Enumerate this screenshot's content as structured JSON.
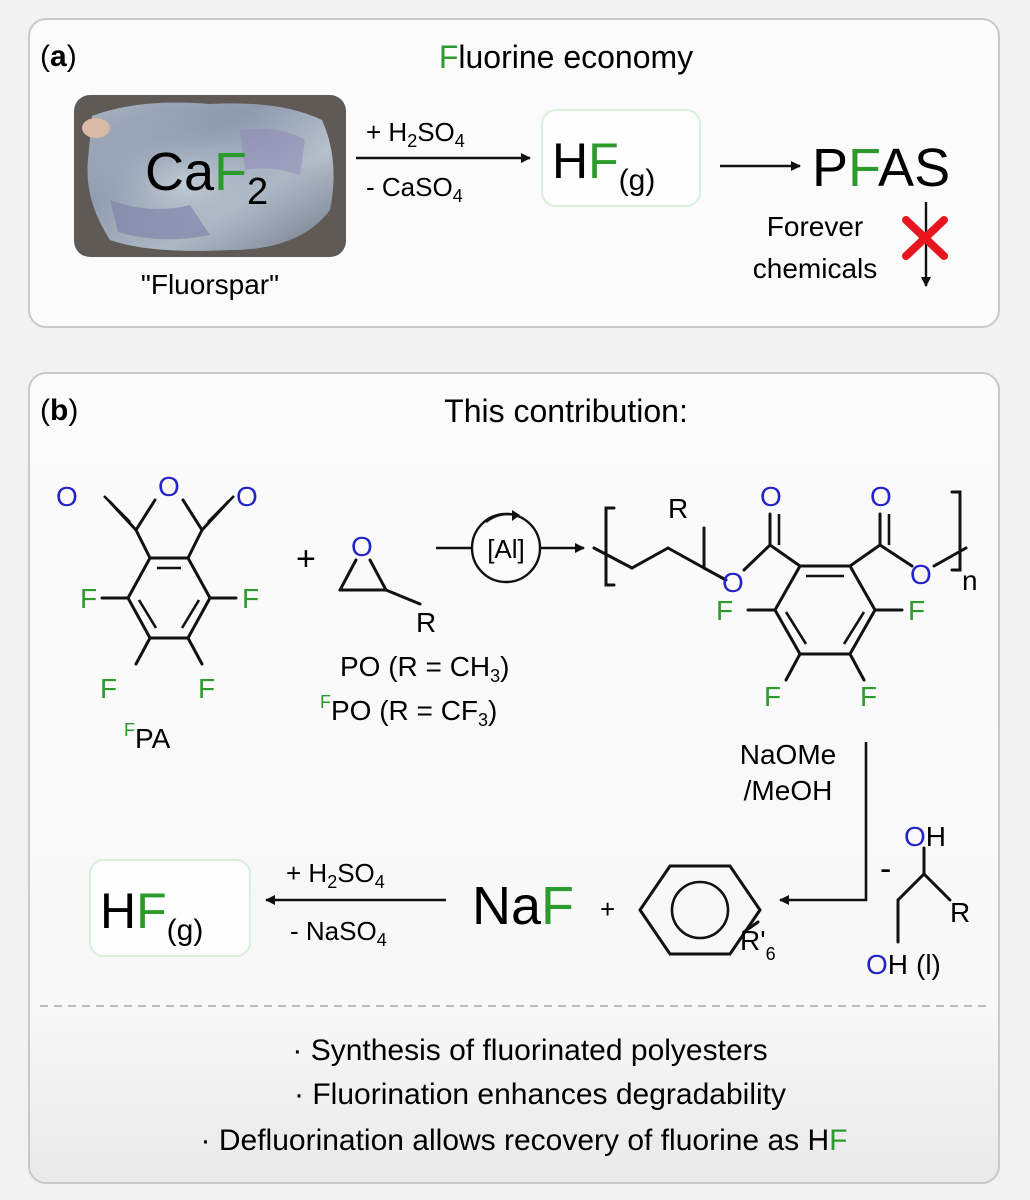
{
  "panel_a": {
    "label": "a",
    "title_first": "F",
    "title_rest": "luorine economy",
    "mineral": {
      "ca": "Ca",
      "f": "F",
      "sub": "2"
    },
    "mineral_caption": "\"Fluorspar\"",
    "reagent_top": {
      "pre": "+ H",
      "sub": "2",
      "mid": "SO",
      "sub2": "4"
    },
    "reagent_bottom": {
      "pre": "- CaSO",
      "sub": "4"
    },
    "hf": {
      "h": "H",
      "f": "F",
      "sub": "(g)"
    },
    "pfas": {
      "p": "P",
      "f": "F",
      "as": "AS"
    },
    "forever_1": "Forever",
    "forever_2": "chemicals"
  },
  "panel_b": {
    "label": "b",
    "title": "This contribution:",
    "atoms": {
      "O": "O",
      "F": "F",
      "R": "R",
      "n": "n"
    },
    "fpa": {
      "sup": "F",
      "base": "PA"
    },
    "plus": "+",
    "catalyst": "[Al]",
    "po_line": {
      "pre": "PO (R = CH",
      "sub": "3",
      "post": ")"
    },
    "fpo_line": {
      "sup": "F",
      "pre": "PO (R = CF",
      "sub": "3",
      "post": ")"
    },
    "naome_1": "NaOMe",
    "naome_2": "/MeOH",
    "minus": "-",
    "diol": {
      "oh_top": "OH",
      "r": "R",
      "o": "O",
      "h": "H",
      "l": "(l)"
    },
    "arene": {
      "r": "R'",
      "sub": "6"
    },
    "naf": {
      "na": "Na",
      "f": "F",
      "plus": "+"
    },
    "reagent_top": {
      "pre": "+ H",
      "sub": "2",
      "mid": "SO",
      "sub2": "4"
    },
    "reagent_bottom": {
      "pre": "- NaSO",
      "sub": "4"
    },
    "hf": {
      "h": "H",
      "f": "F",
      "sub": "(g)"
    },
    "bullets": [
      "· Synthesis of fluorinated polyesters",
      "· Fluorination enhances degradability",
      "· Defluorination allows recovery of fluorine as H"
    ],
    "bullet3_f": "F"
  },
  "colors": {
    "fluorine": "#2d9a2d",
    "oxygen": "#2424c8",
    "cross": "#e8141e",
    "box": "#c9c9c9"
  }
}
